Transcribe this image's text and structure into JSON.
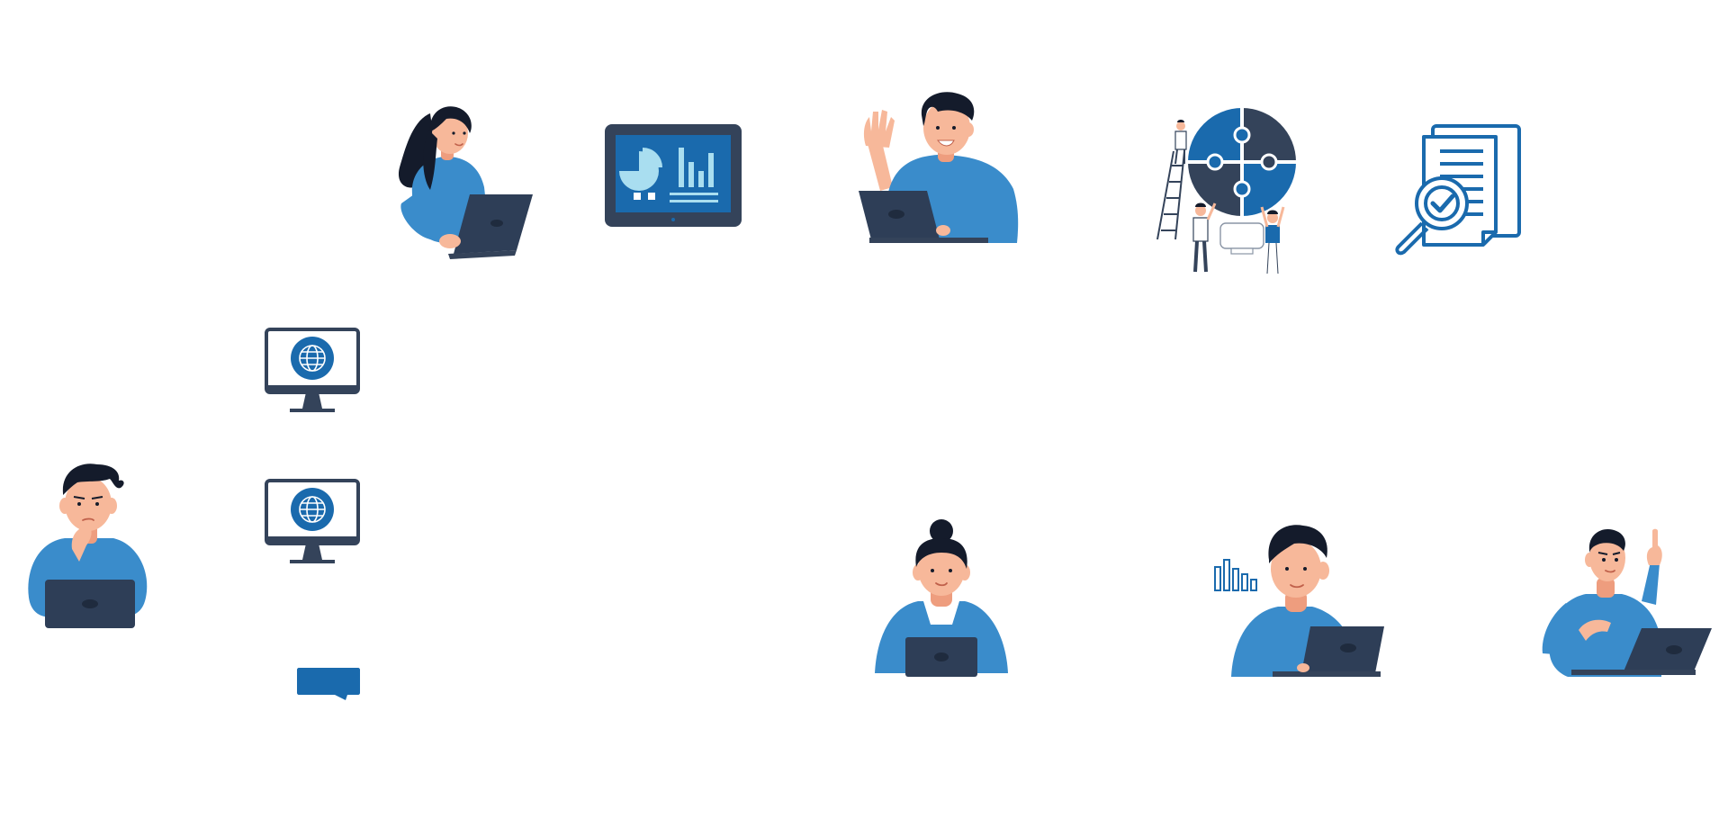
{
  "palette": {
    "blue": "#3a8ccb",
    "royal": "#1a6aad",
    "navy": "#2e3e57",
    "navy_dark": "#34435a",
    "hair": "#141b2b",
    "skin": "#f7b89a",
    "skin_shadow": "#ee9d7e",
    "light_blue": "#a9def0",
    "white": "#ffffff",
    "gray": "#8a95a5"
  },
  "illustrations": [
    {
      "icon": "woman-laptop-illustration"
    },
    {
      "icon": "dashboard-tablet-icon"
    },
    {
      "icon": "man-waving-laptop-illustration"
    },
    {
      "icon": "puzzle-teamwork-illustration"
    },
    {
      "icon": "document-check-icon"
    },
    {
      "icon": "globe-monitor-icon"
    },
    {
      "icon": "globe-monitor-icon"
    },
    {
      "icon": "man-thinking-laptop-illustration"
    },
    {
      "icon": "chat-bubble-icon"
    },
    {
      "icon": "woman-bun-laptop-illustration"
    },
    {
      "icon": "man-laptop-chart-illustration"
    },
    {
      "icon": "man-pointing-laptop-illustration"
    }
  ]
}
